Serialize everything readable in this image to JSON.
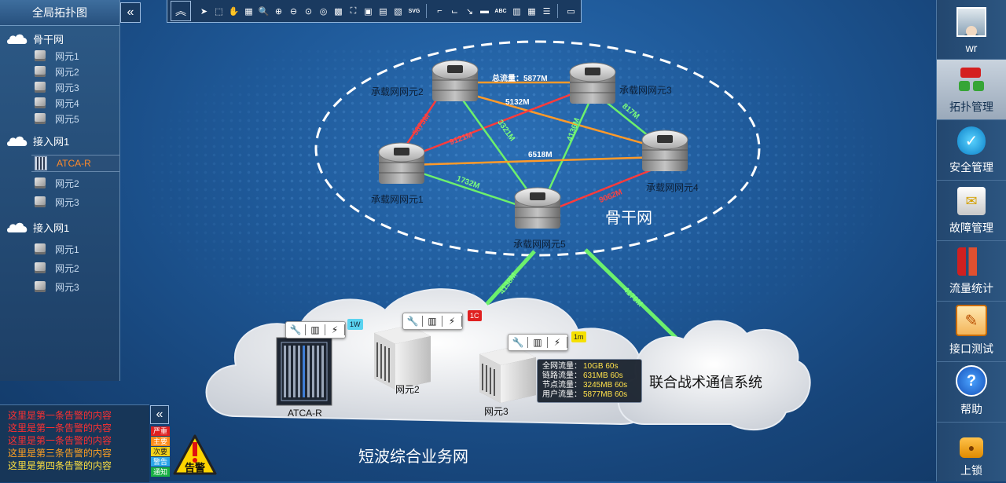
{
  "tree": {
    "title": "全局拓扑图",
    "groups": [
      {
        "label": "骨干网",
        "items": [
          "网元1",
          "网元2",
          "网元3",
          "网元4",
          "网元5"
        ]
      },
      {
        "label": "接入网1",
        "items": [
          "ATCA-R",
          "网元2",
          "网元3"
        ]
      },
      {
        "label": "接入网1",
        "items": [
          "网元1",
          "网元2",
          "网元3"
        ]
      }
    ]
  },
  "toolbar": {
    "toggle": "︽",
    "svg_label": "SVG",
    "alt_label": "ABC"
  },
  "nav": {
    "user": "wr",
    "items": [
      {
        "label": "拓扑管理",
        "icon": "topology-icon"
      },
      {
        "label": "安全管理",
        "icon": "shield-icon"
      },
      {
        "label": "故障管理",
        "icon": "mail-alert-icon"
      },
      {
        "label": "流量统计",
        "icon": "chart-icon"
      },
      {
        "label": "接口测试",
        "icon": "edit-icon"
      },
      {
        "label": "帮助",
        "icon": "help-icon"
      },
      {
        "label": "上锁",
        "icon": "lock-icon"
      }
    ]
  },
  "alarms": [
    {
      "text": "这里是第一条告警的内容",
      "color": "#ff3030"
    },
    {
      "text": "这里是第一条告警的内容",
      "color": "#ff3030"
    },
    {
      "text": "这里是第一条告警的内容",
      "color": "#ff3030"
    },
    {
      "text": "这里是第三条告警的内容",
      "color": "#ffa020"
    },
    {
      "text": "这里是第四条告警的内容",
      "color": "#ffe040"
    }
  ],
  "severity": [
    {
      "label": "严重",
      "color": "#e02020"
    },
    {
      "label": "主要",
      "color": "#ff8c1a"
    },
    {
      "label": "次要",
      "color": "#f3d21a"
    },
    {
      "label": "警告",
      "color": "#2aa5e8"
    },
    {
      "label": "通知",
      "color": "#18b044"
    }
  ],
  "alarm_icon_text": "告警",
  "network": {
    "backbone_label": "骨干网",
    "hf_network_label": "短波综合业务网",
    "joint_system_label": "联合战术通信系统",
    "nodes": [
      {
        "id": "n1",
        "label": "承载网网元1"
      },
      {
        "id": "n2",
        "label": "承载网网元2"
      },
      {
        "id": "n3",
        "label": "承载网网元3"
      },
      {
        "id": "n4",
        "label": "承载网网元4"
      },
      {
        "id": "n5",
        "label": "承载网网元5"
      }
    ],
    "links": [
      {
        "label": "总流量：5877M",
        "color": "#ff9a2a"
      },
      {
        "label": "5132M",
        "color": "#ff9a2a"
      },
      {
        "label": "5873M",
        "color": "#ff3b3b"
      },
      {
        "label": "9121M",
        "color": "#ff3b3b"
      },
      {
        "label": "3321M",
        "color": "#6cf06c"
      },
      {
        "label": "4136M",
        "color": "#6cf06c"
      },
      {
        "label": "817M",
        "color": "#6cf06c"
      },
      {
        "label": "6518M",
        "color": "#ff9a2a"
      },
      {
        "label": "1732M",
        "color": "#6cf06c"
      },
      {
        "label": "9062M",
        "color": "#ff3b3b"
      },
      {
        "label": "4138M",
        "color": "#6cf06c"
      },
      {
        "label": "4179M",
        "color": "#6cf06c"
      }
    ],
    "access_devices": [
      {
        "label": "ATCA-R",
        "badge": "1W",
        "badge_color": "#5ad3f0"
      },
      {
        "label": "网元2",
        "badge": "1C",
        "badge_color": "#e02020"
      },
      {
        "label": "网元3",
        "badge": "1m",
        "badge_color": "#f5e000"
      }
    ],
    "tooltip": [
      {
        "k": "全网流量：",
        "v": "10GB 60s"
      },
      {
        "k": "链路流量：",
        "v": "631MB 60s"
      },
      {
        "k": "节点流量：",
        "v": "3245MB 60s"
      },
      {
        "k": "用户流量：",
        "v": "5877MB 60s"
      }
    ]
  }
}
